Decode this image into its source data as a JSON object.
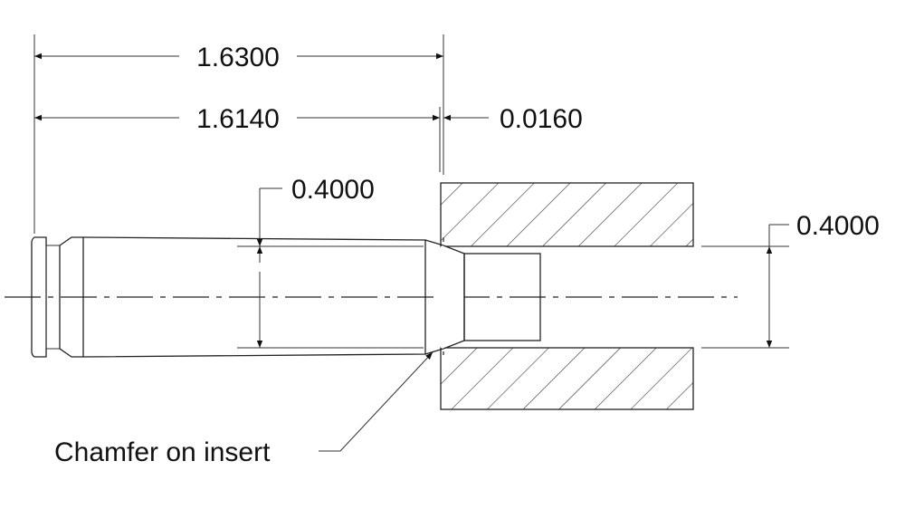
{
  "dimensions": {
    "overall_length": "1.6300",
    "shoulder_length": "1.6140",
    "gap": "0.0160",
    "case_diameter": "0.4000",
    "bore_diameter": "0.4000"
  },
  "annotations": {
    "chamfer_note": "Chamfer on insert"
  }
}
